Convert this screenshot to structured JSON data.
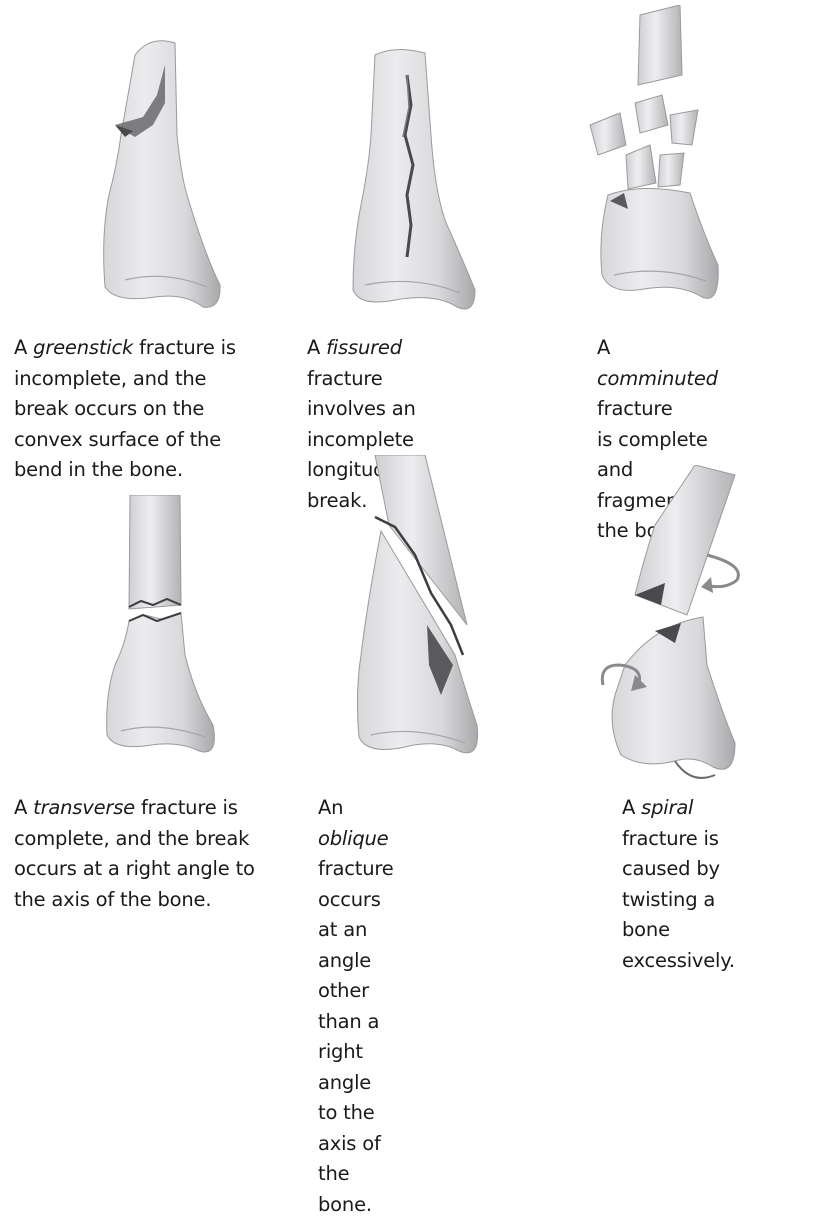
{
  "fractures": [
    {
      "type": "greenstick",
      "pre": "A ",
      "post": " fracture is",
      "lines": [
        "incomplete, and the",
        "break occurs on the",
        "convex surface of the",
        "bend in the bone."
      ]
    },
    {
      "type": "fissured",
      "pre": "A ",
      "post": " fracture",
      "lines": [
        "involves an incomplete",
        "longitudinal break."
      ]
    },
    {
      "type": "comminuted",
      "pre": "A ",
      "post": " fracture",
      "lines": [
        "is complete and",
        "fragments the bone."
      ]
    },
    {
      "type": "transverse",
      "pre": "A ",
      "post": " fracture is",
      "lines": [
        "complete, and the break",
        "occurs at a right angle to",
        "the axis of the bone."
      ]
    },
    {
      "type": "oblique",
      "pre": "An ",
      "post": " fracture",
      "lines": [
        "occurs at an angle",
        "other than a right angle",
        "to the axis of the bone."
      ]
    },
    {
      "type": "spiral",
      "pre": "A ",
      "post": " fracture is",
      "lines": [
        "caused by twisting a",
        "bone excessively."
      ]
    }
  ]
}
